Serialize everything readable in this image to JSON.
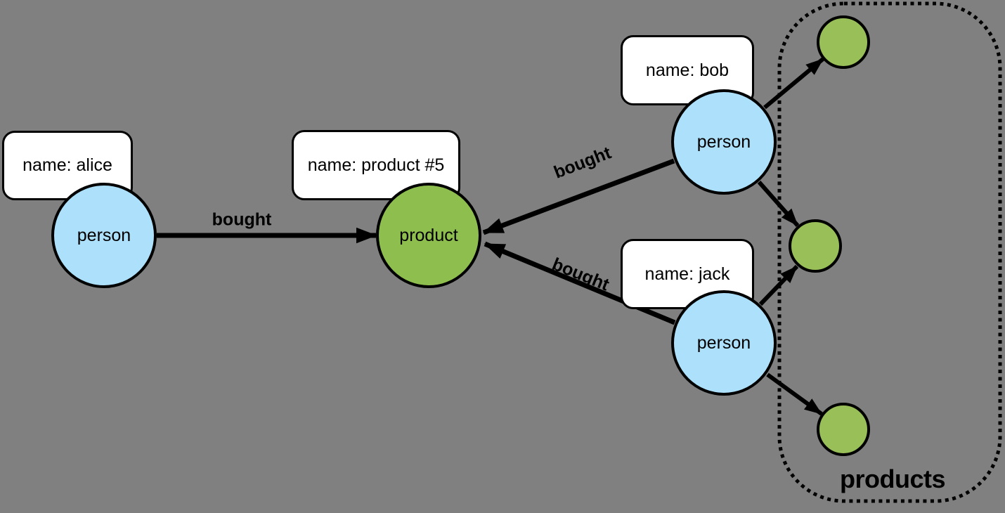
{
  "diagram": {
    "background_color": "#808080",
    "colors": {
      "person_fill": "#ace0fb",
      "product_fill": "#8ebe4e",
      "small_product_fill": "#99bf58",
      "outline": "#000000",
      "property_box_fill": "#ffffff",
      "edge_color": "#000000"
    },
    "nodes": {
      "alice": {
        "type_label": "person",
        "property": "name: alice"
      },
      "bob": {
        "type_label": "person",
        "property": "name: bob"
      },
      "jack": {
        "type_label": "person",
        "property": "name: jack"
      },
      "product5": {
        "type_label": "product",
        "property": "name: product #5"
      }
    },
    "edges": {
      "alice_bought": {
        "label": "bought"
      },
      "bob_bought": {
        "label": "bought"
      },
      "jack_bought": {
        "label": "bought"
      }
    },
    "group": {
      "label": "products"
    }
  }
}
